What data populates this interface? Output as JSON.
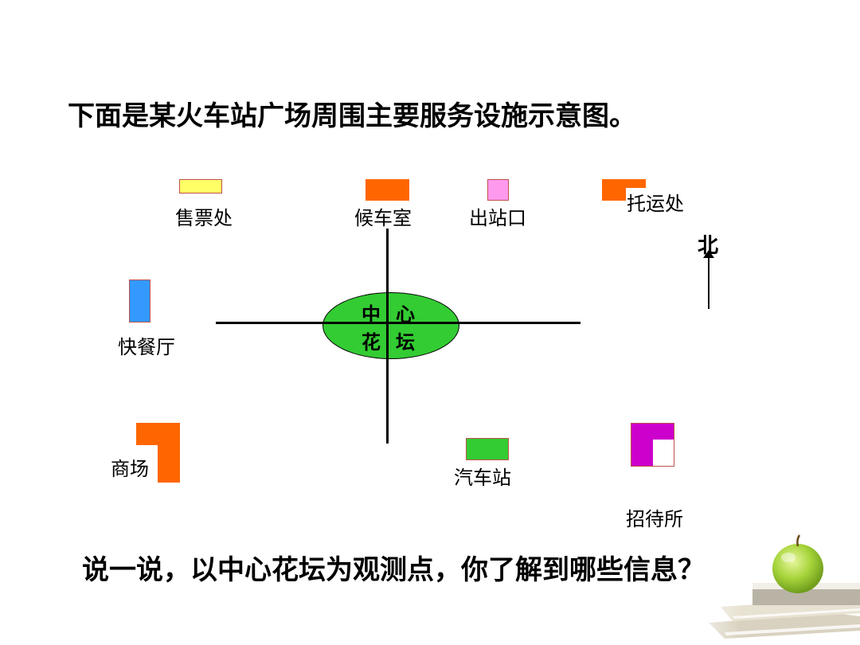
{
  "title": "下面是某火车站广场周围主要服务设施示意图。",
  "question": "说一说，以中心花坛为观测点，你了解到哪些信息？",
  "north_label": "北",
  "center": {
    "line1": [
      "中",
      "心"
    ],
    "line2": [
      "花",
      "坛"
    ]
  },
  "facilities": {
    "ticket_office": "售票处",
    "waiting_room": "候车室",
    "exit": "出站口",
    "baggage_office": "托运处",
    "fast_food": "快餐厅",
    "mall": "商场",
    "bus_station": "汽车站",
    "guest_house": "招待所"
  },
  "colors": {
    "ticket_office": "#ffff66",
    "waiting_room": "#ff6600",
    "exit": "#ff99ee",
    "baggage_office": "#ff6600",
    "fast_food": "#3399ff",
    "mall": "#ff6600",
    "bus_station": "#33cc33",
    "guest_house": "#cc00cc",
    "center_bed": "#33cc33"
  }
}
